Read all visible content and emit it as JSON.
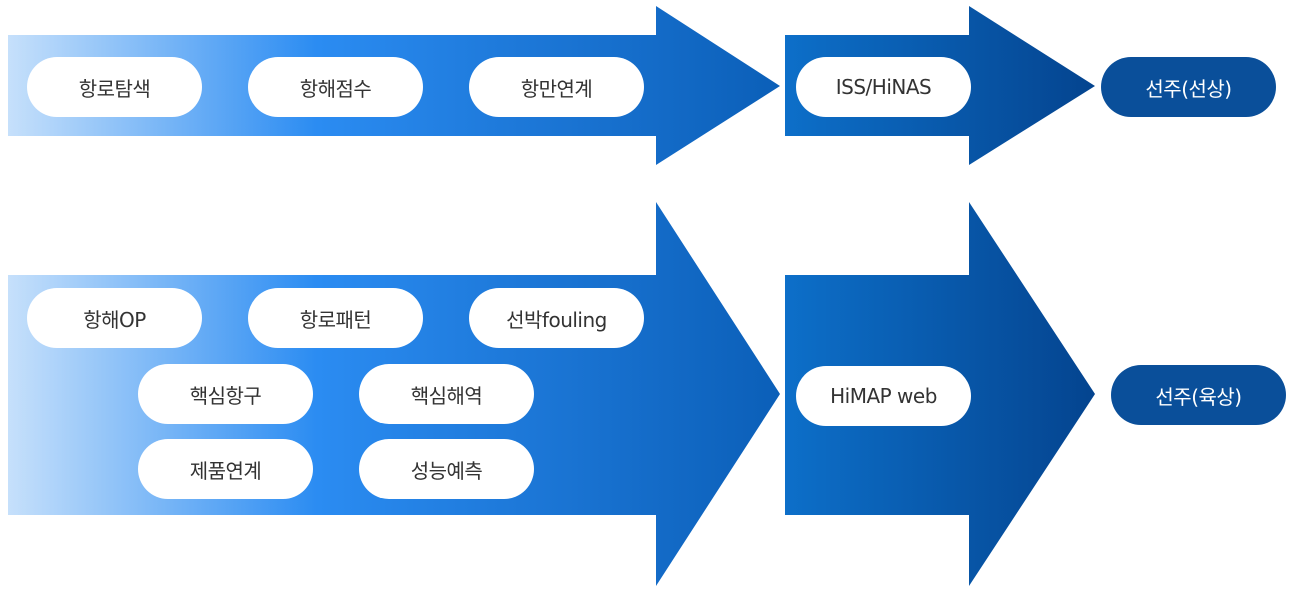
{
  "colors": {
    "gradient_start": "#c6e0fb",
    "gradient_mid": "#2b8cf2",
    "gradient_end": "#0b5fb8",
    "mid_arrow_start": "#0d6fc9",
    "mid_arrow_end": "#04448f",
    "destination_fill": "#0a4f9a",
    "pill_fill": "#ffffff",
    "pill_text": "#333333"
  },
  "top_row": {
    "features": [
      "항로탐색",
      "항해점수",
      "항만연계"
    ],
    "platform": "ISS/HiNAS",
    "destination": "선주(선상)"
  },
  "bottom_row": {
    "features": [
      "항해OP",
      "항로패턴",
      "선박fouling",
      "핵심항구",
      "핵심해역",
      "제품연계",
      "성능예측"
    ],
    "platform": "HiMAP web",
    "destination": "선주(육상)"
  }
}
